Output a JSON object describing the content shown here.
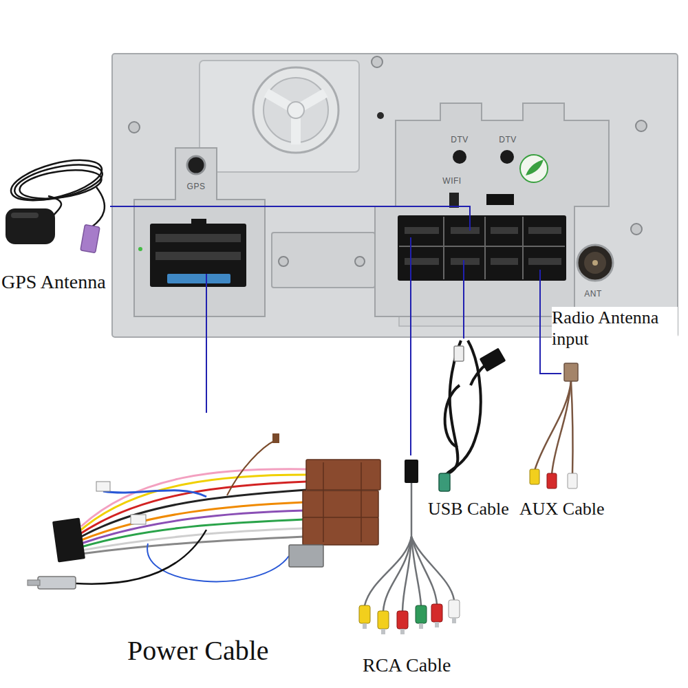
{
  "diagram": {
    "nodes": [
      {
        "text": [
          "GPS",
          "DTV",
          "DTV",
          "WIFI",
          "ANT"
        ]
      }
    ],
    "labels": [
      "GPS Antenna",
      "Radio Antenna input",
      "USB Cable",
      "AUX Cable",
      "Power Cable",
      "RCA Cable"
    ]
  }
}
